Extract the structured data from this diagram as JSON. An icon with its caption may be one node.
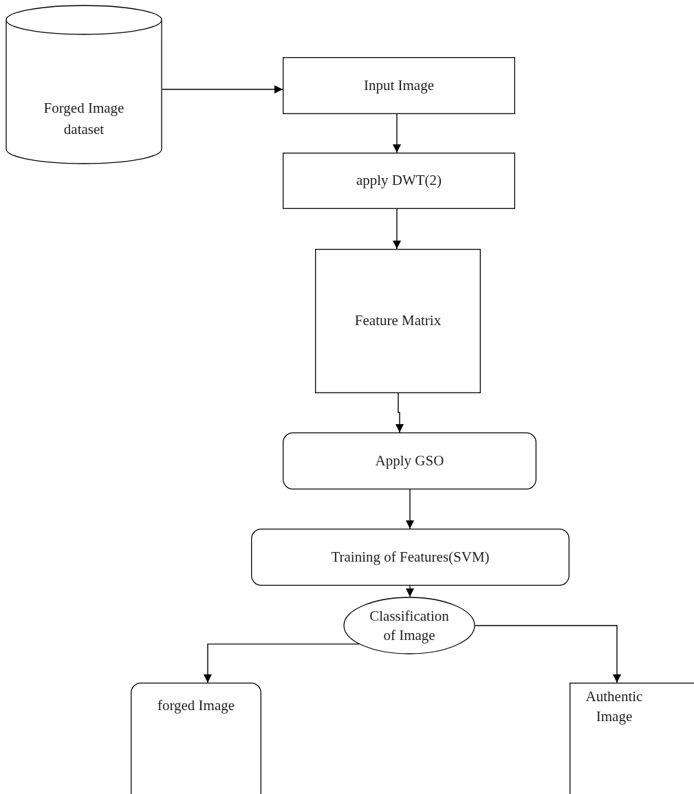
{
  "diagram": {
    "nodes": [
      {
        "text": [
          "Forged Image dataset"
        ]
      },
      {
        "text": [
          "Input Image"
        ]
      },
      {
        "text": [
          "apply DWT(2)"
        ]
      },
      {
        "text": [
          "Feature Matrix"
        ]
      },
      {
        "text": [
          "Apply GSO"
        ]
      },
      {
        "text": [
          "Training of Features(SVM)"
        ]
      },
      {
        "text": [
          "Classification of Image"
        ]
      },
      {
        "text": [
          "forged Image"
        ]
      },
      {
        "text": [
          "Authentic Image"
        ]
      }
    ],
    "edges": [
      {
        "from": 0,
        "to": 1,
        "arrow": "to"
      },
      {
        "from": 1,
        "to": 2,
        "arrow": "to"
      },
      {
        "from": 2,
        "to": 3,
        "arrow": "to"
      },
      {
        "from": 3,
        "to": 4,
        "arrow": "to"
      },
      {
        "from": 4,
        "to": 5,
        "arrow": "to"
      },
      {
        "from": 5,
        "to": 6,
        "arrow": "to"
      },
      {
        "from": 6,
        "to": 7,
        "arrow": "to"
      },
      {
        "from": 6,
        "to": 8,
        "arrow": "to"
      }
    ]
  }
}
